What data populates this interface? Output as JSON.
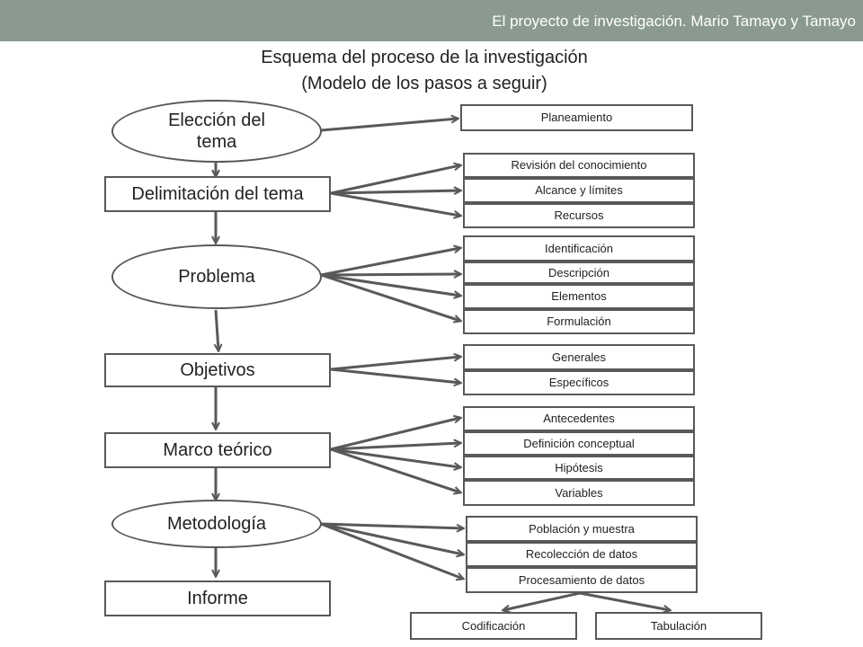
{
  "header": {
    "text": "El proyecto de investigación. Mario Tamayo y Tamayo"
  },
  "title": {
    "line1": "Esquema del proceso de la investigación",
    "line2": "(Modelo de los pasos a seguir)"
  },
  "colors": {
    "header_bg": "#8a9a8f",
    "stroke": "#595959"
  },
  "steps": [
    {
      "label": "Elección del tema",
      "shape": "ellipse"
    },
    {
      "label": "Delimitación del tema",
      "shape": "rect"
    },
    {
      "label": "Problema",
      "shape": "ellipse"
    },
    {
      "label": "Objetivos",
      "shape": "rect"
    },
    {
      "label": "Marco teórico",
      "shape": "rect"
    },
    {
      "label": "Metodología",
      "shape": "ellipse"
    },
    {
      "label": "Informe",
      "shape": "rect"
    }
  ],
  "details": {
    "eleccion": [
      "Planeamiento"
    ],
    "delimitacion": [
      "Revisión del conocimiento",
      "Alcance y límites",
      "Recursos"
    ],
    "problema": [
      "Identificación",
      "Descripción",
      "Elementos",
      "Formulación"
    ],
    "objetivos": [
      "Generales",
      "Específicos"
    ],
    "marco": [
      "Antecedentes",
      "Definición conceptual",
      "Hipótesis",
      "Variables"
    ],
    "metodologia": [
      "Población  y muestra",
      "Recolección de datos",
      "Procesamiento de datos"
    ],
    "procesamiento": [
      "Codificación",
      "Tabulación"
    ]
  }
}
